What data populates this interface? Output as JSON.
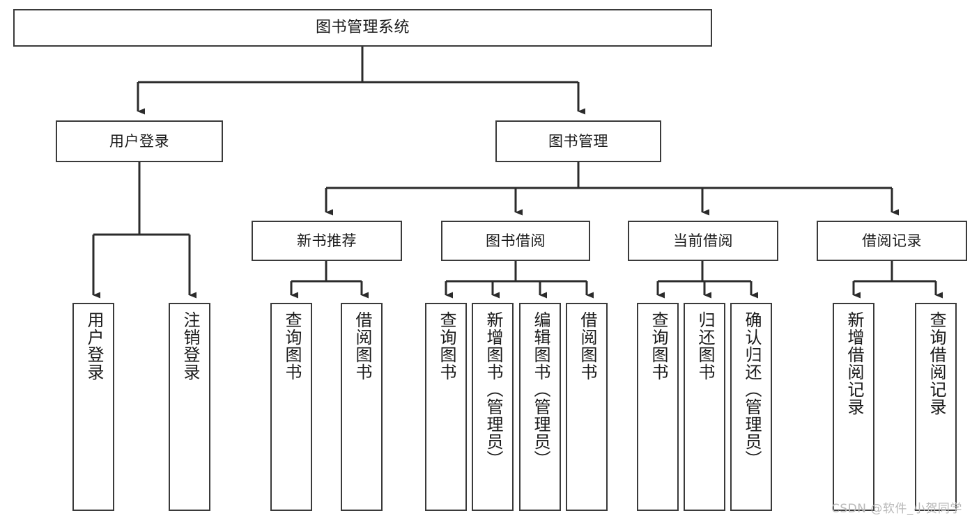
{
  "diagram": {
    "title": "图书管理系统",
    "type": "tree-hierarchy",
    "colors": {
      "box_border": "#3a3a3a",
      "box_fill": "#ffffff",
      "edge": "#2b2b2b",
      "text": "#1a1a1a",
      "watermark": "#b9b9b9"
    },
    "watermark": "CSDN @软件_小贺同学",
    "nodes": {
      "root": {
        "label": "图书管理系统"
      },
      "level2": [
        {
          "id": "user-login",
          "label": "用户登录"
        },
        {
          "id": "book-manage",
          "label": "图书管理"
        }
      ],
      "level3": [
        {
          "id": "new-book-recommend",
          "label": "新书推荐"
        },
        {
          "id": "book-borrow",
          "label": "图书借阅"
        },
        {
          "id": "current-borrow",
          "label": "当前借阅"
        },
        {
          "id": "borrow-record",
          "label": "借阅记录"
        }
      ],
      "leaves": [
        {
          "id": "leaf-user-login",
          "label": "用户登录",
          "parent": "user-login"
        },
        {
          "id": "leaf-user-logout",
          "label": "注销登录",
          "parent": "user-login"
        },
        {
          "id": "leaf-query-book-1",
          "label": "查询图书",
          "parent": "new-book-recommend"
        },
        {
          "id": "leaf-borrow-book-1",
          "label": "借阅图书",
          "parent": "new-book-recommend"
        },
        {
          "id": "leaf-query-book-2",
          "label": "查询图书",
          "parent": "book-borrow"
        },
        {
          "id": "leaf-add-book",
          "label": "新增图书（管理员）",
          "parent": "book-borrow"
        },
        {
          "id": "leaf-edit-book",
          "label": "编辑图书（管理员）",
          "parent": "book-borrow"
        },
        {
          "id": "leaf-borrow-book-2",
          "label": "借阅图书",
          "parent": "book-borrow"
        },
        {
          "id": "leaf-query-book-3",
          "label": "查询图书",
          "parent": "current-borrow"
        },
        {
          "id": "leaf-return-book",
          "label": "归还图书",
          "parent": "current-borrow"
        },
        {
          "id": "leaf-confirm-return",
          "label": "确认归还（管理员）",
          "parent": "current-borrow"
        },
        {
          "id": "leaf-add-record",
          "label": "新增借阅记录",
          "parent": "borrow-record"
        },
        {
          "id": "leaf-query-record",
          "label": "查询借阅记录",
          "parent": "borrow-record"
        }
      ]
    }
  }
}
